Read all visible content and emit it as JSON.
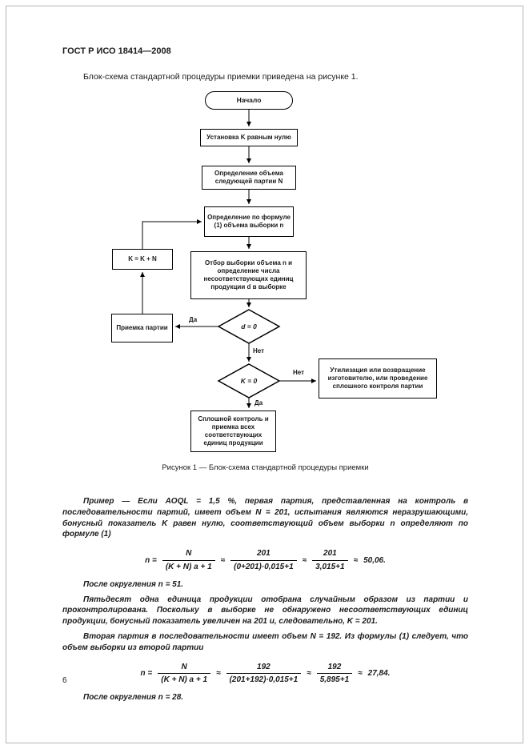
{
  "header": {
    "title": "ГОСТ Р ИСО 18414—2008"
  },
  "intro": "Блок-схема стандартной процедуры приемки приведена на рисунке 1.",
  "flowchart": {
    "start": "Начало",
    "set_k": "Установка K равным нулю",
    "define_n": "Определение объема следующей партии N",
    "define_sample": "Определение по формуле (1) объема выборки n",
    "k_increment": "K = K + N",
    "take_sample": "Отбор выборки объема n и определение числа несоответствующих единиц продукции d в выборке",
    "accept": "Приемка партии",
    "decision_d": "d = 0",
    "decision_k": "K = 0",
    "disposal": "Утилизация или возвращение изготовителю, или проведение сплошного контроля партии",
    "full_control": "Сплошной контроль и приемка всех соответствующих единиц продукции",
    "label_yes_1": "Да",
    "label_no_1": "Нет",
    "label_no_2": "Нет",
    "label_yes_2": "Да",
    "caption": "Рисунок 1 — Блок-схема стандартной процедуры приемки"
  },
  "example": {
    "p1": "Пример — Если AOQL = 1,5 %, первая партия, представленная на контроль в последовательности партий, имеет объем N = 201, испытания являются неразрушающими, бонусный показатель K равен нулю, соответствующий объем выборки n определяют по формуле (1)",
    "formula1": {
      "lhs": "n =",
      "f1": {
        "num": "N",
        "den": "(K + N) a + 1"
      },
      "s1": "≈",
      "f2": {
        "num": "201",
        "den": "(0+201)·0,015+1"
      },
      "s2": "≈",
      "f3": {
        "num": "201",
        "den": "3,015+1"
      },
      "s3": "≈",
      "result": "50,06."
    },
    "p2": "После округления n = 51.",
    "p3": "Пятьдесят одна единица продукции отобрана случайным образом из партии и проконтролирована. Поскольку в выборке не обнаружено несоответствующих единиц продукции, бонусный показатель увеличен на 201 и, следовательно, K = 201.",
    "p4": "Вторая партия в последовательности имеет объем N = 192. Из формулы (1) следует, что объем выборки из второй партии",
    "formula2": {
      "lhs": "n =",
      "f1": {
        "num": "N",
        "den": "(K + N) a + 1"
      },
      "s1": "≈",
      "f2": {
        "num": "192",
        "den": "(201+192)·0,015+1"
      },
      "s2": "≈",
      "f3": {
        "num": "192",
        "den": "5,895+1"
      },
      "s3": "≈",
      "result": "27,84."
    },
    "p5": "После округления n = 28."
  },
  "footer": {
    "page_number": "6"
  }
}
